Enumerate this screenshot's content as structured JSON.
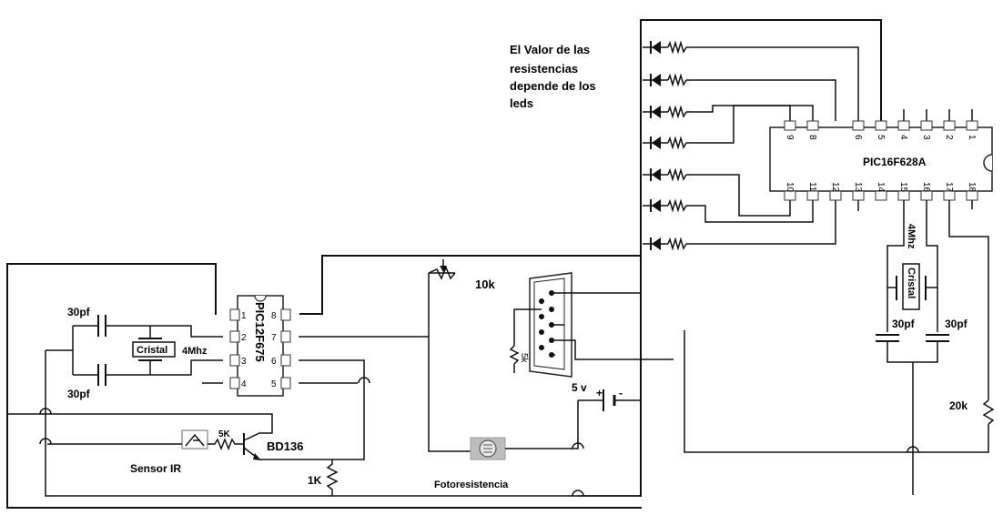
{
  "note": [
    "El Valor de las",
    "resistencias",
    "depende de los",
    "leds"
  ],
  "pic12": {
    "name": "PIC12F675",
    "left_pins": [
      "1",
      "2",
      "3",
      "4"
    ],
    "right_pins": [
      "8",
      "7",
      "6",
      "5"
    ]
  },
  "pic16": {
    "name": "PIC16F628A",
    "top_pins": [
      "9",
      "8",
      "6",
      "5",
      "4",
      "3",
      "2",
      "1"
    ],
    "bottom_pins": [
      "10",
      "11",
      "12",
      "13",
      "14",
      "15",
      "16",
      "17",
      "18"
    ]
  },
  "labels": {
    "cap_top_left": "30pf",
    "cap_bottom_left": "30pf",
    "crystal_left": "Cristal",
    "freq_left": "4Mhz",
    "resistor_10k": "10k",
    "voltage": "5 v",
    "res_5k": "5K",
    "transistor": "BD136",
    "sensor": "Sensor IR",
    "res_1k": "1K",
    "ldr": "Fotoresistencia",
    "freq_right": "4Mhz",
    "crystal_right": "Cristal",
    "cap_right_1": "30pf",
    "cap_right_2": "30pf",
    "res_20k": "20k",
    "pot_small": "5k"
  }
}
